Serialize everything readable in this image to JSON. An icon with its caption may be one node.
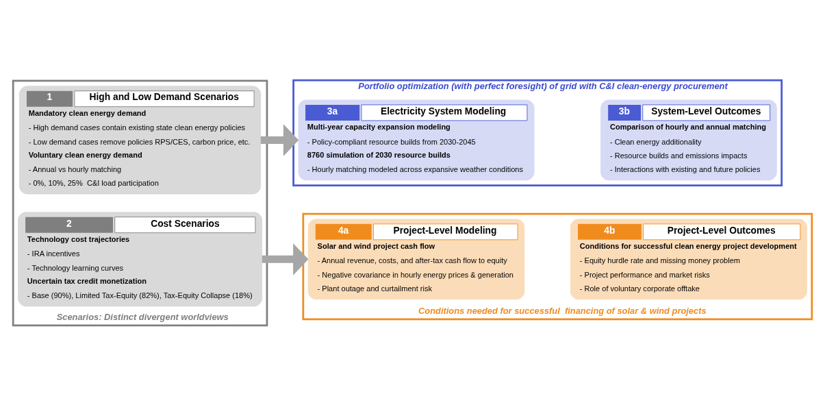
{
  "diagram": {
    "nodes": [
      {
        "text": [
          "Scenarios: Distinct divergent worldviews"
        ]
      },
      {
        "text": [
          "1",
          "High and Low Demand Scenarios",
          "Mandatory clean energy demand",
          "- High demand cases contain existing state clean energy policies",
          "- Low demand cases remove policies RPS/CES, carbon price, etc.",
          "Voluntary clean energy demand",
          "- Annual vs hourly matching",
          "- 0%, 10%, 25%  C&I load participation"
        ],
        "in": 0
      },
      {
        "text": [
          "2",
          "Cost Scenarios",
          "Technology cost trajectories",
          "- IRA incentives",
          "- Technology learning curves",
          "Uncertain tax credit monetization",
          "- Base (90%), Limited Tax-Equity (82%), Tax-Equity Collapse (18%)"
        ],
        "in": 0
      },
      {
        "text": [
          "Portfolio optimization (with perfect foresight) of grid with C&I clean-energy procurement"
        ]
      },
      {
        "text": [
          "3a",
          "Electricity System Modeling",
          "Multi-year capacity expansion modeling",
          "- Policy-compliant resource builds from 2030-2045",
          "8760 simulation of 2030 resource builds",
          "- Hourly matching modeled across expansive weather conditions"
        ],
        "in": 3
      },
      {
        "text": [
          "3b",
          "System-Level Outcomes",
          "Comparison of hourly and annual matching",
          "- Clean energy additionality",
          "- Resource builds and emissions impacts",
          "- Interactions with existing and future policies"
        ],
        "in": 3
      },
      {
        "text": [
          "Conditions needed for successful  financing of solar & wind projects"
        ]
      },
      {
        "text": [
          "4a",
          "Project-Level Modeling",
          "Solar and wind project cash flow",
          "- Annual revenue, costs, and after-tax cash flow to equity",
          "- Negative covariance in hourly energy prices & generation",
          "- Plant outage and curtailment risk"
        ],
        "in": 6
      },
      {
        "text": [
          "4b",
          "Project-Level Outcomes",
          "Conditions for successful clean energy project development",
          "- Equity hurdle rate and missing money problem",
          "- Project performance and market risks",
          "- Role of voluntary corporate offtake"
        ],
        "in": 6
      }
    ],
    "edges": [
      {
        "from": 1,
        "to": 3,
        "arrow": "to"
      },
      {
        "from": 2,
        "to": 6,
        "arrow": "to"
      }
    ]
  }
}
